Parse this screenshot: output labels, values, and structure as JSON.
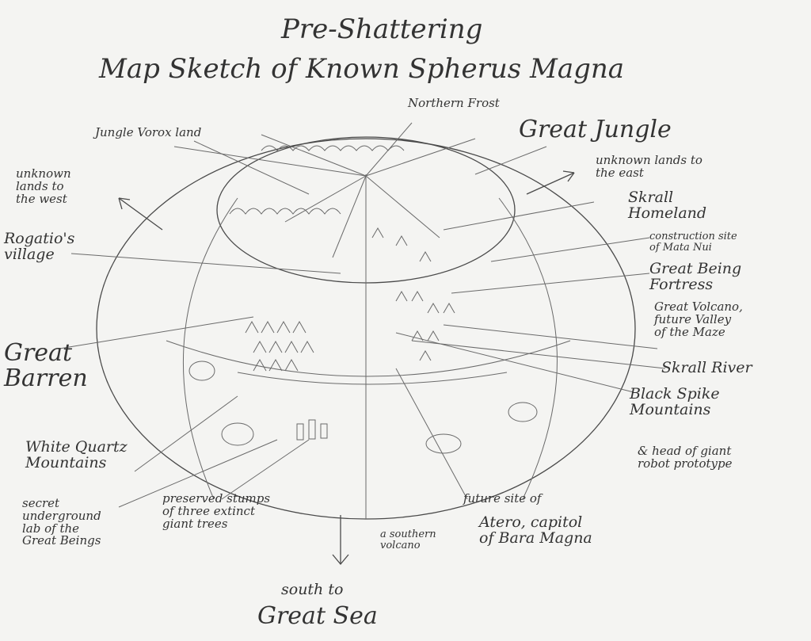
{
  "title_line1": "Pre-Shattering",
  "title_line2": "Map Sketch of Known Spherus Magna",
  "labels": {
    "northern_frost": "Northern Frost",
    "great_jungle": "Great Jungle",
    "jungle_vorox": "Jungle Vorox land",
    "unknown_west": "unknown\nlands to\nthe west",
    "unknown_east": "unknown lands to\nthe east",
    "rogatio": "Rogatio's\nvillage",
    "skrall_homeland": "Skrall\nHomeland",
    "construction_site": "construction site\nof Mata Nui",
    "great_being_fortress": "Great Being\nFortress",
    "great_volcano": "Great Volcano,\nfuture Valley\nof the Maze",
    "great_barren": "Great\nBarren",
    "skrall_river": "Skrall River",
    "black_spike": "Black Spike\nMountains",
    "head_robot": "& head of giant\nrobot prototype",
    "white_quartz": "White Quartz\nMountains",
    "secret_lab": "secret\nunderground\nlab of the\nGreat Beings",
    "preserved_stumps": "preserved stumps\nof three extinct\ngiant trees",
    "southern_volcano": "a southern\nvolcano",
    "future_atero": "future site of",
    "atero_capitol": "Atero, capitol\nof Bara Magna",
    "south_great_sea_1": "south to",
    "south_great_sea_2": "Great Sea"
  },
  "colors": {
    "pencil": "#4a4a4a",
    "paper": "#f4f4f2"
  }
}
